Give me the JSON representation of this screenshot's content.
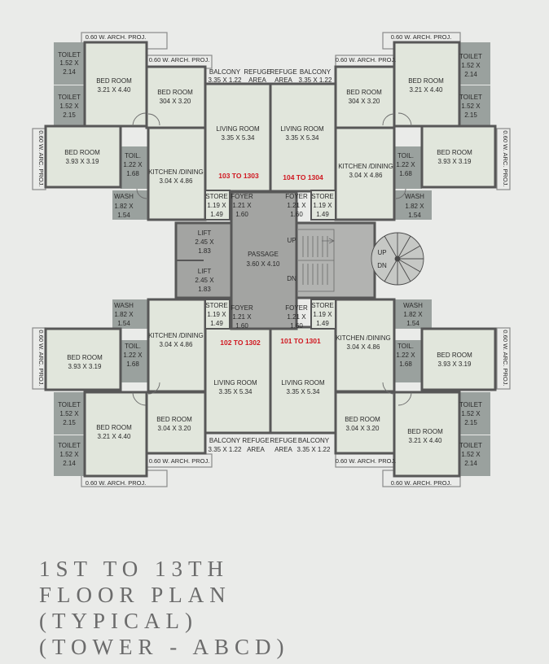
{
  "plan": {
    "title_lines": [
      "1ST TO 13TH",
      "FLOOR PLAN",
      "(TYPICAL)",
      "(TOWER - ABCD)"
    ],
    "units": [
      "103 TO 1303",
      "104 TO 1304",
      "102 TO 1302",
      "101 TO 1301"
    ],
    "projection_label": "0.60 W. ARCH. PROJ.",
    "side_projection_label": "0.60 W. ARC. PROJ.",
    "colors": {
      "wall": "#575757",
      "room": "#e1e6dc",
      "wet": "#9aa19e",
      "core": "#a3a4a2",
      "unit_label": "#d0161f"
    },
    "icons": [
      "staircase-icon",
      "spiral-staircase-icon",
      "door-swing-icon"
    ]
  },
  "rooms": {
    "toilet": "TOILET",
    "toilet_s": "TOIL.",
    "toilet_a_dim": [
      "1.52 X",
      "2.14"
    ],
    "toilet_b_dim": [
      "1.52 X",
      "2.15"
    ],
    "toilet_s_dim": [
      "1.22 X",
      "1.68"
    ],
    "bed": "BED ROOM",
    "bed_a_dim": "3.21 X 4.40",
    "bed_b_dim": "304 X 3.20",
    "bed_b_dim_alt": "3.04 X 3.20",
    "bed_c_dim": "3.93 X 3.19",
    "balcony": "BALCONY",
    "balcony_dim": "3.35 X 1.22",
    "refuge": "REFUGE",
    "area": "AREA",
    "living": "LIVING ROOM",
    "living_dim": "3.35 X 5.34",
    "kitchen": "KITCHEN /DINING",
    "kitchen_dim": "3.04 X 4.86",
    "wash": "WASH",
    "wash_dim": [
      "1.82 X",
      "1.54"
    ],
    "store": "STORE",
    "store_dim": [
      "1.19 X",
      "1.49"
    ],
    "foyer": "FOYER",
    "foyer_dim": [
      "1.21 X",
      "1.60"
    ],
    "lift": "LIFT",
    "lift_dim": [
      "2.45 X",
      "1.83"
    ],
    "passage": "PASSAGE",
    "passage_dim": "3.60 X 4.10",
    "up": "UP",
    "dn": "DN"
  }
}
